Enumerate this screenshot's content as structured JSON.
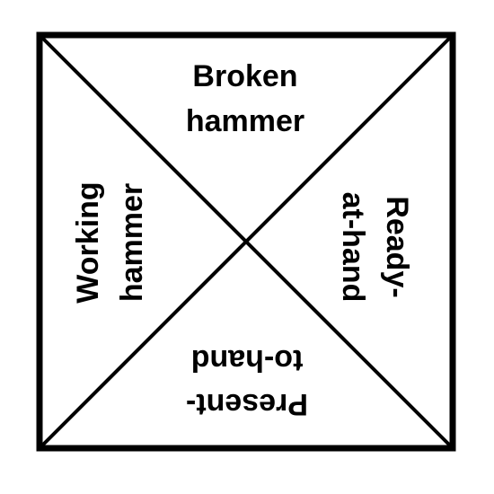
{
  "colors": {
    "stroke": "#000000",
    "background": "#ffffff"
  },
  "quadrants": {
    "top": {
      "line1": "Broken",
      "line2": "hammer"
    },
    "left": {
      "line1": "Working",
      "line2": "hammer"
    },
    "right": {
      "line1": "Ready-",
      "line2": "at-hand"
    },
    "bottom": {
      "line1": "Present-",
      "line2": "to-hand"
    }
  }
}
